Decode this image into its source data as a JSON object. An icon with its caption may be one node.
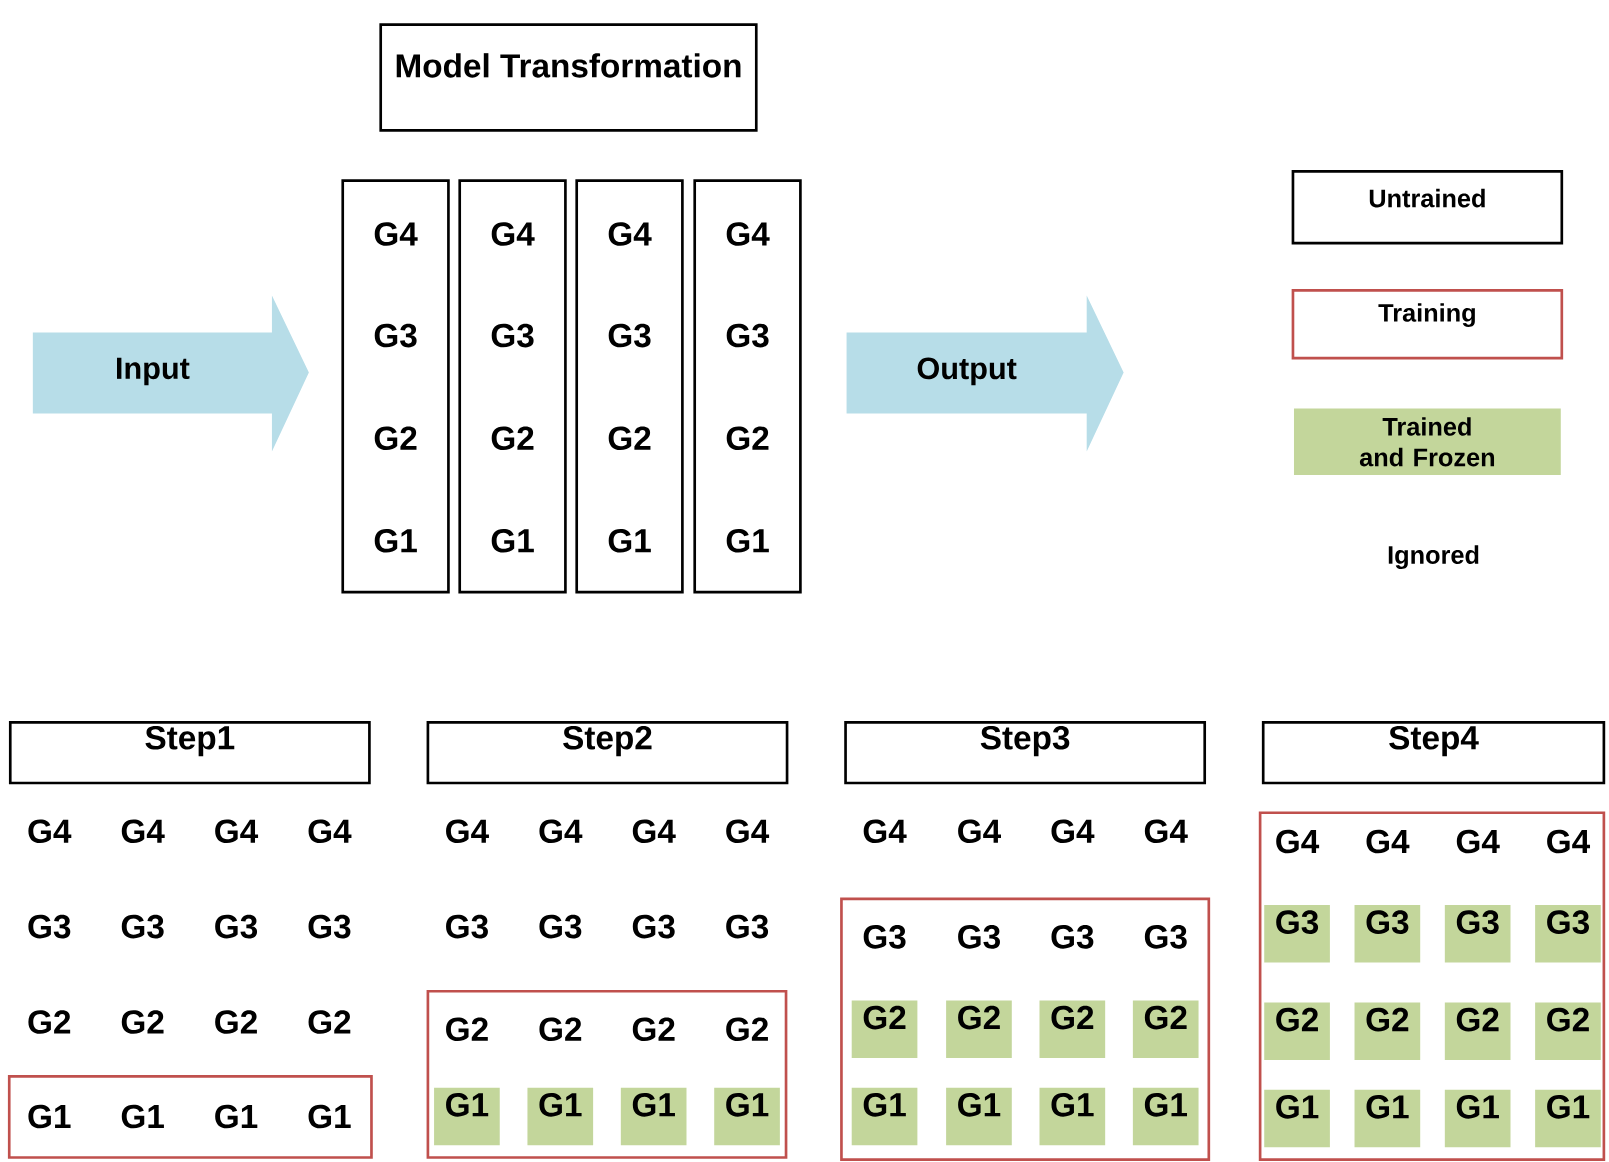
{
  "diagram": {
    "nodes": [
      {
        "text": [
          "Model Transformation"
        ]
      },
      {
        "text": [
          "Input"
        ]
      },
      {
        "text": [
          "G4",
          "G3",
          "G2",
          "G1"
        ]
      },
      {
        "text": [
          "G4",
          "G3",
          "G2",
          "G1"
        ]
      },
      {
        "text": [
          "G4",
          "G3",
          "G2",
          "G1"
        ]
      },
      {
        "text": [
          "G4",
          "G3",
          "G2",
          "G1"
        ]
      },
      {
        "text": [
          "Output"
        ]
      },
      {
        "text": [
          "Step1"
        ]
      },
      {
        "text": [],
        "shape": "box"
      },
      {
        "text": [
          "Step2"
        ]
      },
      {
        "text": [],
        "shape": "box"
      },
      {
        "text": [
          "G1"
        ],
        "in": 10
      },
      {
        "text": [
          "G1"
        ],
        "in": 10
      },
      {
        "text": [
          "G1"
        ],
        "in": 10
      },
      {
        "text": [
          "G1"
        ],
        "in": 10
      },
      {
        "text": [
          "Step3"
        ]
      },
      {
        "text": [],
        "shape": "box"
      },
      {
        "text": [
          "G2"
        ],
        "in": 16
      },
      {
        "text": [
          "G2"
        ],
        "in": 16
      },
      {
        "text": [
          "G2"
        ],
        "in": 16
      },
      {
        "text": [
          "G2"
        ],
        "in": 16
      },
      {
        "text": [
          "G1"
        ],
        "in": 16
      },
      {
        "text": [
          "G1"
        ],
        "in": 16
      },
      {
        "text": [
          "G1"
        ],
        "in": 16
      },
      {
        "text": [
          "G1"
        ],
        "in": 16
      },
      {
        "text": [
          "Step4"
        ]
      },
      {
        "text": [],
        "shape": "box"
      },
      {
        "text": [
          "G3"
        ],
        "in": 26
      },
      {
        "text": [
          "G3"
        ],
        "in": 26
      },
      {
        "text": [
          "G3"
        ],
        "in": 26
      },
      {
        "text": [
          "G3"
        ],
        "in": 26
      },
      {
        "text": [
          "G2"
        ],
        "in": 26
      },
      {
        "text": [
          "G2"
        ],
        "in": 26
      },
      {
        "text": [
          "G2"
        ],
        "in": 26
      },
      {
        "text": [
          "G2"
        ],
        "in": 26
      },
      {
        "text": [
          "G1"
        ],
        "in": 26
      },
      {
        "text": [
          "G1"
        ],
        "in": 26
      },
      {
        "text": [
          "G1"
        ],
        "in": 26
      },
      {
        "text": [
          "G1"
        ],
        "in": 26
      }
    ],
    "labels": [
      "G4",
      "G4",
      "G4",
      "G4",
      "G3",
      "G3",
      "G3",
      "G3",
      "G2",
      "G2",
      "G2",
      "G2",
      "G1",
      "G1",
      "G1",
      "G1",
      "G4",
      "G4",
      "G4",
      "G4",
      "G3",
      "G3",
      "G3",
      "G3",
      "G2",
      "G2",
      "G2",
      "G2",
      "G4",
      "G4",
      "G4",
      "G4",
      "G3",
      "G3",
      "G3",
      "G3",
      "G4",
      "G4",
      "G4",
      "G4"
    ],
    "legend": [
      {
        "text": "Untrained"
      },
      {
        "text": "Training"
      },
      {
        "text": "Trained and Frozen",
        "color": "#c3d69b"
      },
      {
        "text": "Ignored"
      }
    ]
  }
}
